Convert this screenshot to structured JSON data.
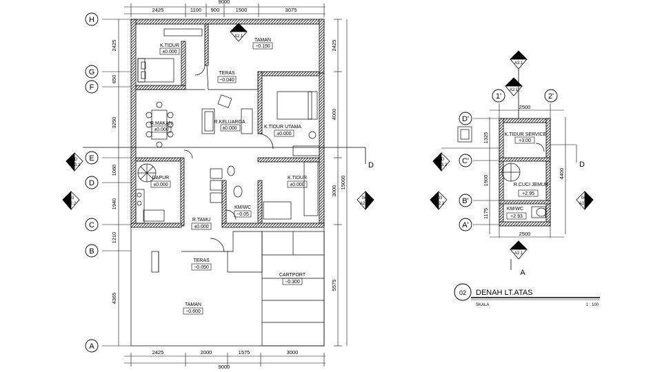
{
  "main_plan": {
    "grid_rows": [
      "H",
      "G",
      "F",
      "E",
      "D",
      "C",
      "B",
      "A"
    ],
    "top_dims": [
      "2425",
      "1100",
      "900",
      "1500",
      "3075"
    ],
    "top_total": "9000",
    "bottom_dims": [
      "2425",
      "2000",
      "1575",
      "3000"
    ],
    "bottom_total": "9000",
    "left_dims": [
      "2425",
      "650",
      "3250",
      "1060",
      "1940",
      "1210",
      "4365"
    ],
    "right_dims": [
      "2425",
      "4000",
      "3000",
      "5575"
    ],
    "right_total": "15000",
    "rooms": [
      {
        "name": "K.TIDUR",
        "level": "±0.000"
      },
      {
        "name": "TAMAN",
        "level": "−0.150"
      },
      {
        "name": "TERAS",
        "level": "−0.040"
      },
      {
        "name": "R.MAKAN",
        "level": "±0.000"
      },
      {
        "name": "R.KELUARGA",
        "level": "±0.000"
      },
      {
        "name": "K.TIDUR UTAMA",
        "level": "±0.000"
      },
      {
        "name": "DAPUR",
        "level": "±0.000"
      },
      {
        "name": "K.TIDUR",
        "level": "±0.000"
      },
      {
        "name": "KM/WC",
        "level": "−0.05"
      },
      {
        "name": "R.TAMU",
        "level": "±0.000"
      },
      {
        "name": "TERAS",
        "level": "−0.050"
      },
      {
        "name": "CARTPORT",
        "level": "−0.300"
      },
      {
        "name": "TAMAN",
        "level": "−0.600"
      }
    ],
    "section_marks": [
      {
        "top": "02",
        "bottom": "A2.1"
      },
      {
        "top": "D",
        "bottom": "A3.2"
      },
      {
        "top": "03",
        "bottom": "A2.2"
      },
      {
        "top": "04",
        "bottom": "A2.2"
      }
    ],
    "section_letter": "D"
  },
  "upper_plan": {
    "grid_cols": [
      "1'",
      "2'"
    ],
    "grid_rows": [
      "D'",
      "C'",
      "B'",
      "A'"
    ],
    "top_dim": "2500",
    "bottom_dim": "2500",
    "left_dims": [
      "1325",
      "1900",
      "1175"
    ],
    "right_dim": "4400",
    "rooms": [
      {
        "name": "K.TIDUR SERVICE",
        "level": "+3.00"
      },
      {
        "name": "R.CUCI JEMUR",
        "level": "+2.95"
      },
      {
        "name": "KM/WC",
        "level": "+2.93"
      }
    ],
    "section_marks": [
      {
        "top": "A",
        "bottom": "A3.1"
      },
      {
        "top": "02",
        "bottom": "A2.1"
      },
      {
        "top": "D",
        "bottom": "A3.2"
      },
      {
        "top": "03",
        "bottom": "A2.2"
      },
      {
        "top": "04",
        "bottom": "A2.2"
      },
      {
        "top": "01",
        "bottom": "A2.1"
      }
    ],
    "section_letters": [
      "D",
      "A"
    ]
  },
  "title_block": {
    "number": "02",
    "title": "DENAH LT.ATAS",
    "scale_label": "SKALA",
    "scale_value": "1 : 100"
  }
}
